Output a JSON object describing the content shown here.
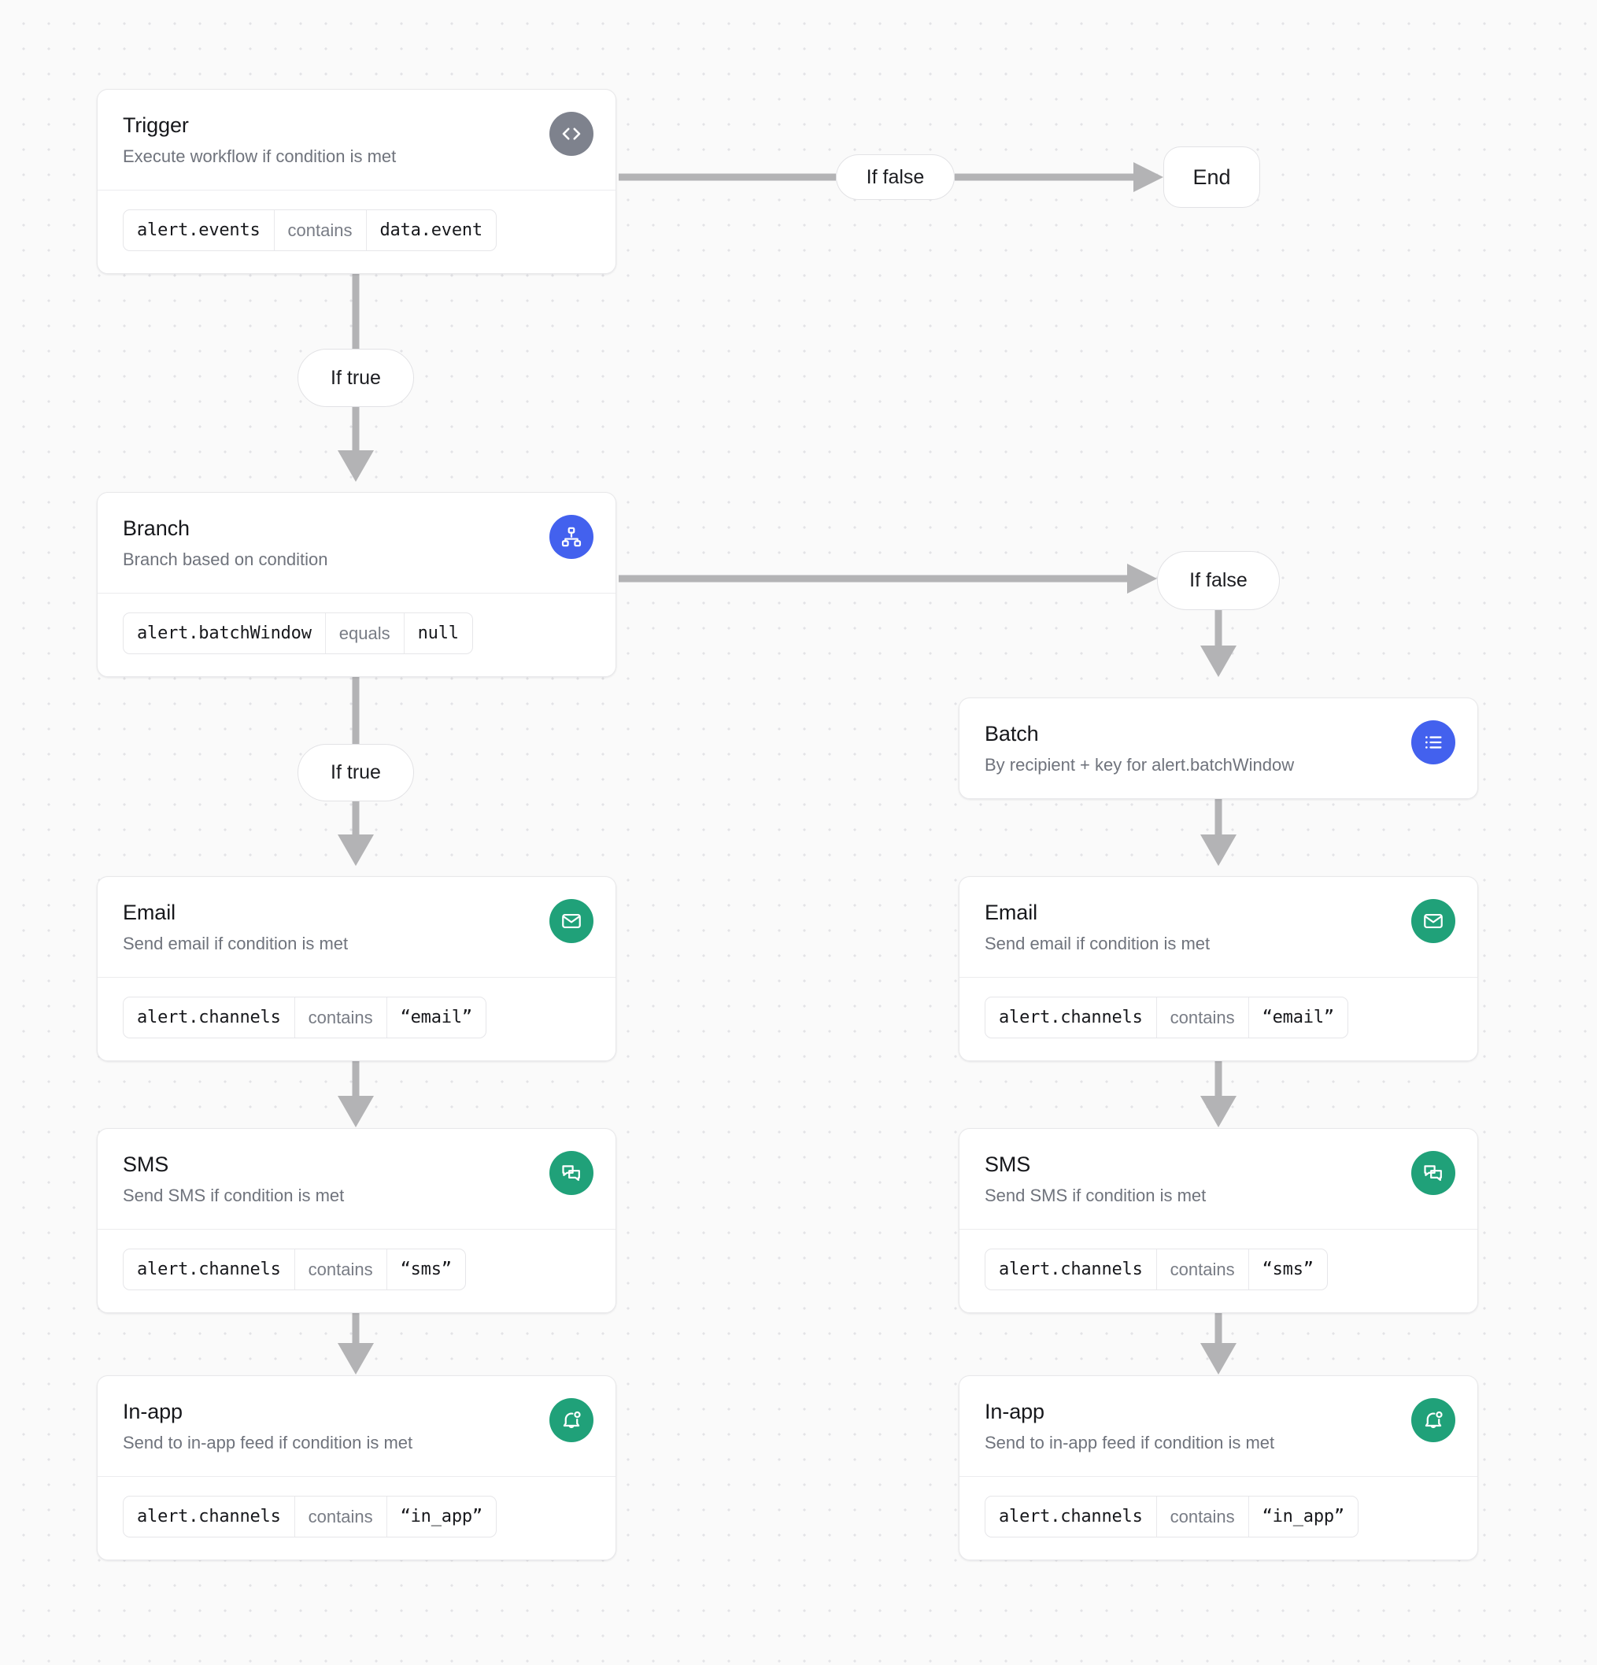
{
  "canvas": {
    "background_color": "#fafafa",
    "dot_color": "#e3e3e6",
    "edge_color": "#b3b3b5"
  },
  "palette": {
    "trigger_icon_bg": "#7e828d",
    "branch_icon_bg": "#4361ee",
    "batch_icon_bg": "#4361ee",
    "channel_icon_bg": "#20a179",
    "title_color": "#17181c",
    "subtitle_color": "#6f737c"
  },
  "nodes": {
    "trigger": {
      "title": "Trigger",
      "subtitle": "Execute workflow if condition is met",
      "icon": "code-icon",
      "condition": {
        "field": "alert.events",
        "operator": "contains",
        "value": "data.event"
      }
    },
    "branch": {
      "title": "Branch",
      "subtitle": "Branch based on condition",
      "icon": "sitemap-icon",
      "condition": {
        "field": "alert.batchWindow",
        "operator": "equals",
        "value": "null"
      }
    },
    "batch": {
      "title": "Batch",
      "subtitle": "By recipient + key for alert.batchWindow",
      "icon": "list-icon"
    },
    "email_left": {
      "title": "Email",
      "subtitle": "Send email if condition is met",
      "icon": "envelope-icon",
      "condition": {
        "field": "alert.channels",
        "operator": "contains",
        "value": "“email”"
      }
    },
    "sms_left": {
      "title": "SMS",
      "subtitle": "Send SMS if condition is met",
      "icon": "chat-bubbles-icon",
      "condition": {
        "field": "alert.channels",
        "operator": "contains",
        "value": "“sms”"
      }
    },
    "inapp_left": {
      "title": "In-app",
      "subtitle": "Send to in-app feed if condition is met",
      "icon": "bell-dot-icon",
      "condition": {
        "field": "alert.channels",
        "operator": "contains",
        "value": "“in_app”"
      }
    },
    "email_right": {
      "title": "Email",
      "subtitle": "Send email if condition is met",
      "icon": "envelope-icon",
      "condition": {
        "field": "alert.channels",
        "operator": "contains",
        "value": "“email”"
      }
    },
    "sms_right": {
      "title": "SMS",
      "subtitle": "Send SMS if condition is met",
      "icon": "chat-bubbles-icon",
      "condition": {
        "field": "alert.channels",
        "operator": "contains",
        "value": "“sms”"
      }
    },
    "inapp_right": {
      "title": "In-app",
      "subtitle": "Send to in-app feed if condition is met",
      "icon": "bell-dot-icon",
      "condition": {
        "field": "alert.channels",
        "operator": "contains",
        "value": "“in_app”"
      }
    }
  },
  "edges": {
    "trigger_false_label": "If false",
    "trigger_true_label": "If true",
    "branch_false_label": "If false",
    "branch_true_label": "If true",
    "end_label": "End"
  }
}
